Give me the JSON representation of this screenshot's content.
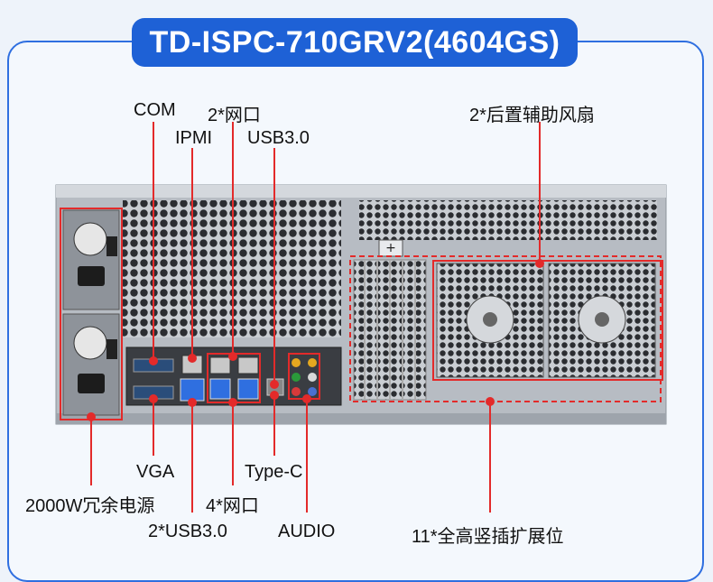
{
  "title": "TD-ISPC-710GRV2(4604GS)",
  "labels": {
    "com": "COM",
    "ipmi": "IPMI",
    "lan2": "2*网口",
    "usb30_top": "USB3.0",
    "rear_fan": "2*后置辅助风扇",
    "vga": "VGA",
    "psu": "2000W冗余电源",
    "type_c": "Type-C",
    "lan4": "4*网口",
    "usb30_2": "2*USB3.0",
    "audio": "AUDIO",
    "slots": "11*全高竖插扩展位"
  },
  "colors": {
    "accent": "#1e61d6",
    "callout": "#e32a2a",
    "chassis": "#b9bec5"
  }
}
